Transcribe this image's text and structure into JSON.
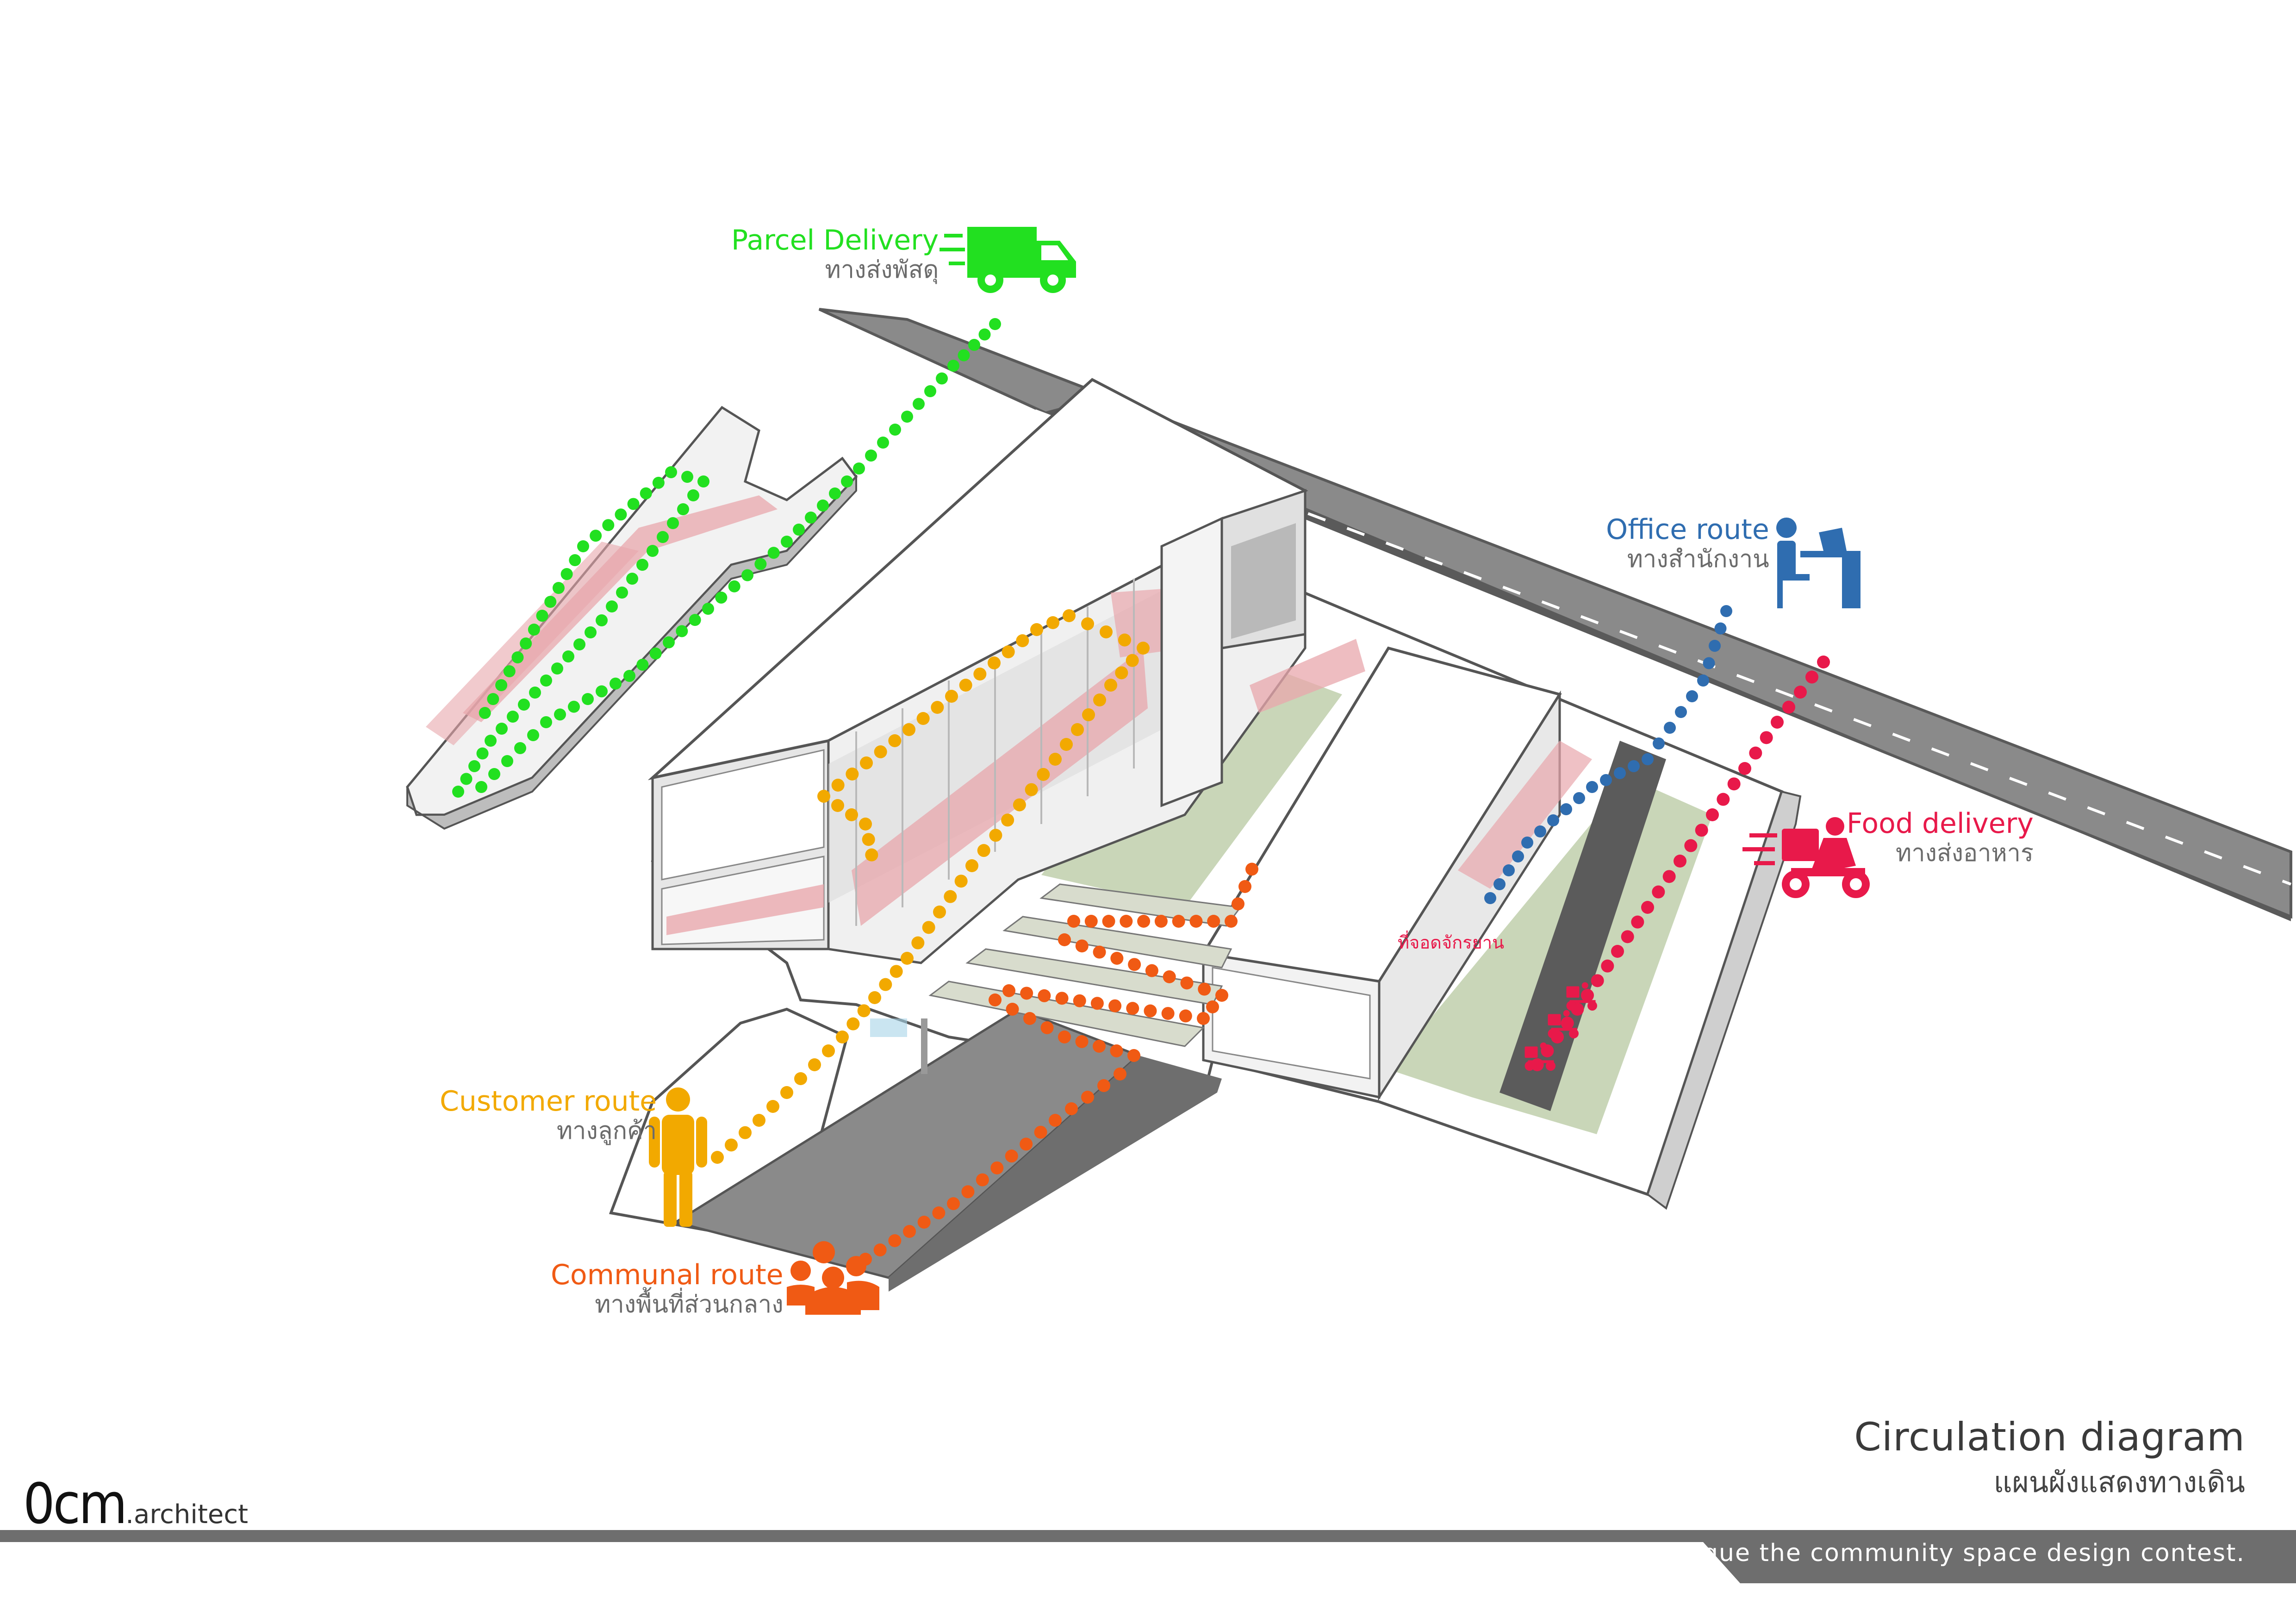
{
  "colors": {
    "parcel": "#22e020",
    "office": "#2f6db0",
    "food": "#e8194a",
    "customer": "#f2a900",
    "communal": "#f05a14",
    "road": "#8a8a8a",
    "pink": "#e8a7ac",
    "lawn": "#c9d6b8",
    "footer_bar": "#6e6e6e"
  },
  "routes": {
    "parcel": {
      "en": "Parcel Delivery",
      "th": "ทางส่งพัสดุ",
      "icon": "delivery-truck-icon"
    },
    "office": {
      "en": "Office route",
      "th": "ทางสำนักงาน",
      "icon": "office-desk-icon"
    },
    "food": {
      "en": "Food delivery",
      "th": "ทางส่งอาหาร",
      "icon": "delivery-scooter-icon"
    },
    "customer": {
      "en": "Customer route",
      "th": "ทางลูกค้า",
      "icon": "person-icon"
    },
    "communal": {
      "en": "Communal route",
      "th": "ทางพื้นที่ส่วนกลาง",
      "icon": "group-icon"
    }
  },
  "bike_parking": "ที่จอดจักรยาน",
  "title": {
    "en": "Circulation diagram",
    "th": "แผนผังแสดงทางเดิน"
  },
  "logo": {
    "mark": "0cm",
    "sub": ".architect"
  },
  "contest": "Unique the community space design contest."
}
